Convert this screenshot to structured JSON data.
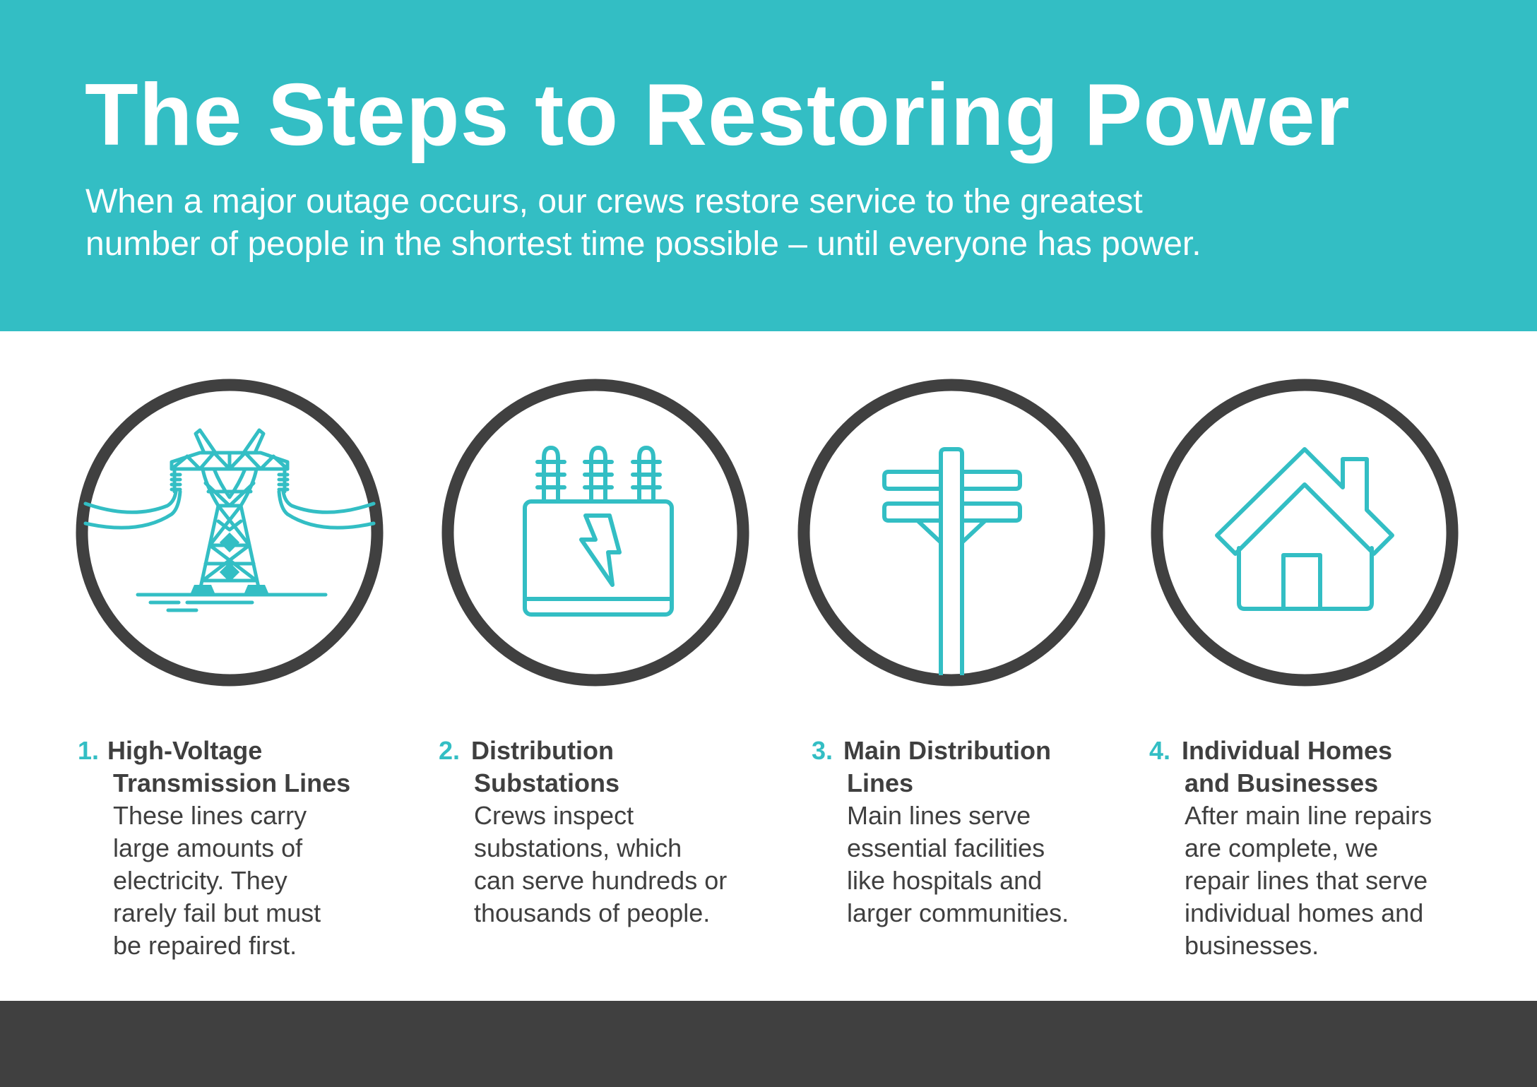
{
  "colors": {
    "accent": "#33bec4",
    "dark": "#404040",
    "background": "#ffffff"
  },
  "header": {
    "title": "The Steps to Restoring Power",
    "subtitle_lines": [
      "When a major outage occurs, our crews restore service to the greatest",
      "number of people in the shortest time possible – until everyone has power."
    ]
  },
  "steps": [
    {
      "number": "1.",
      "icon": "transmission-tower-icon",
      "heading_lines": [
        "High-Voltage",
        "Transmission Lines"
      ],
      "body_lines": [
        "These lines carry",
        "large amounts of",
        "electricity. They",
        "rarely fail but must",
        "be repaired first."
      ]
    },
    {
      "number": "2.",
      "icon": "substation-transformer-icon",
      "heading_lines": [
        "Distribution",
        "Substations"
      ],
      "body_lines": [
        "Crews inspect",
        "substations, which",
        "can serve hundreds or",
        "thousands of people."
      ]
    },
    {
      "number": "3.",
      "icon": "utility-pole-icon",
      "heading_lines": [
        "Main Distribution",
        "Lines"
      ],
      "body_lines": [
        "Main lines serve",
        "essential facilities",
        "like hospitals and",
        "larger communities."
      ]
    },
    {
      "number": "4.",
      "icon": "house-icon",
      "heading_lines": [
        "Individual Homes",
        "and Businesses"
      ],
      "body_lines": [
        "After main line repairs",
        "are complete, we",
        "repair lines that serve",
        "individual homes and",
        "businesses."
      ]
    }
  ]
}
